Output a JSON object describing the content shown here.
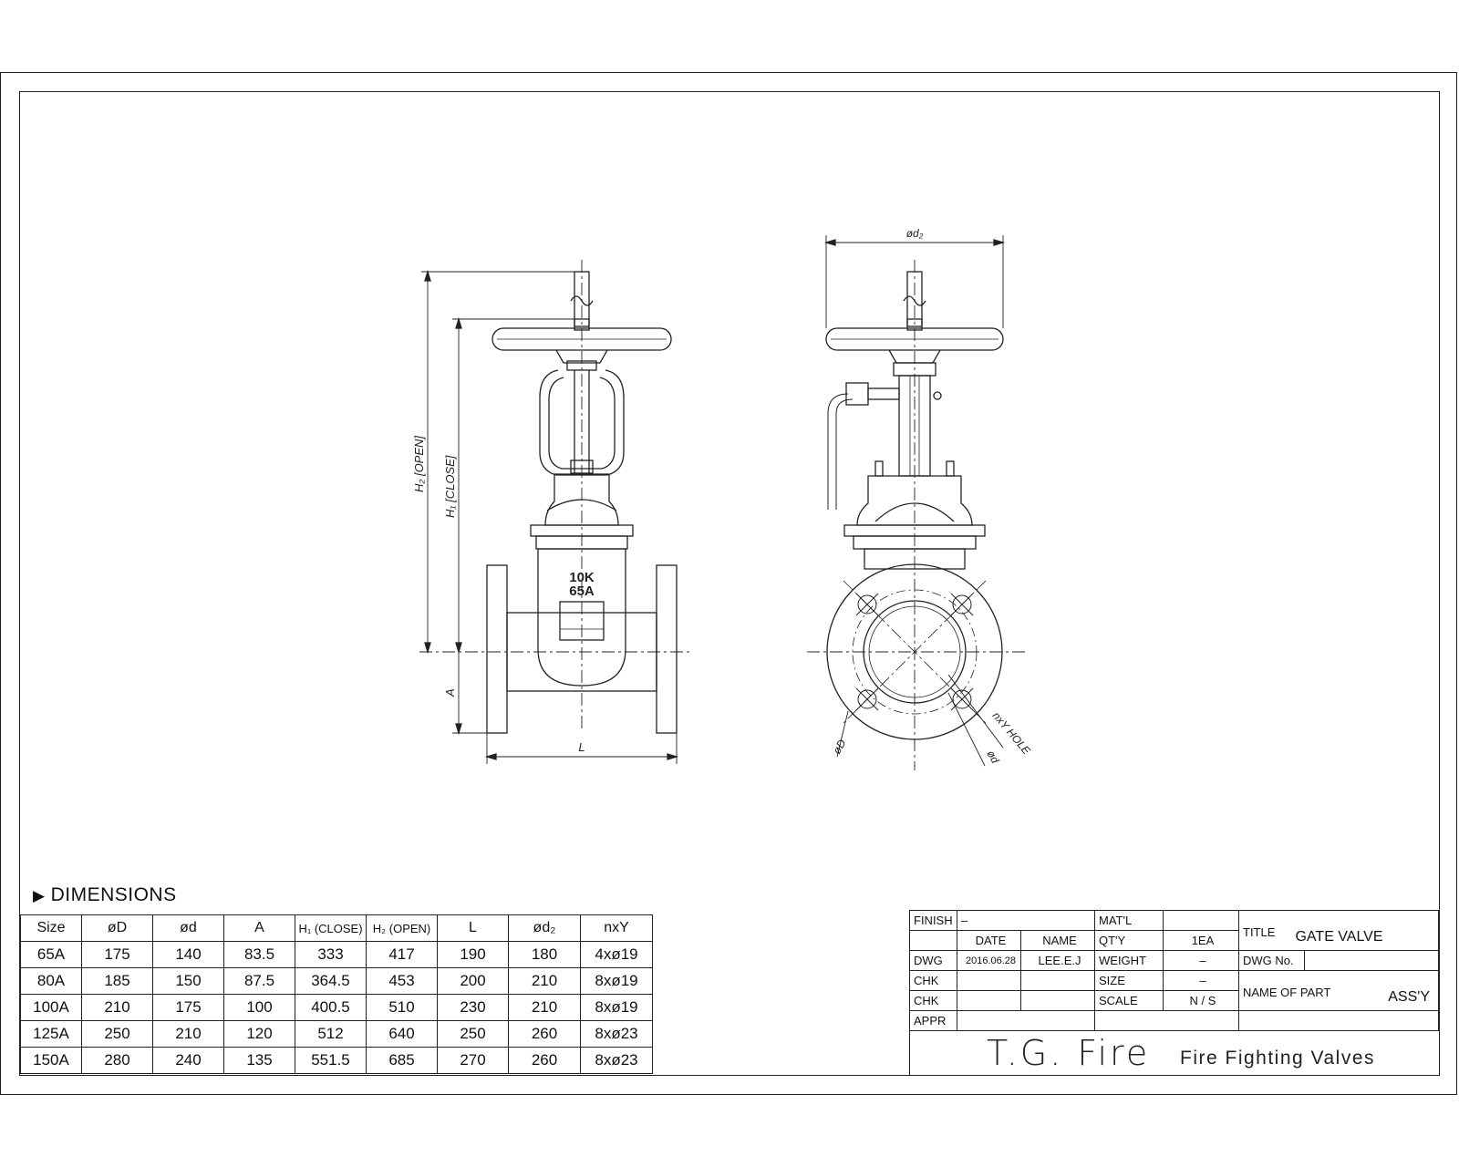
{
  "dimensions": {
    "heading": "DIMENSIONS",
    "columns": [
      "Size",
      "øD",
      "ød",
      "A",
      "H₁ (CLOSE)",
      "H₂ (OPEN)",
      "L",
      "ød₂",
      "nxY"
    ],
    "rows": [
      [
        "65A",
        "175",
        "140",
        "83.5",
        "333",
        "417",
        "190",
        "180",
        "4xø19"
      ],
      [
        "80A",
        "185",
        "150",
        "87.5",
        "364.5",
        "453",
        "200",
        "210",
        "8xø19"
      ],
      [
        "100A",
        "210",
        "175",
        "100",
        "400.5",
        "510",
        "230",
        "210",
        "8xø19"
      ],
      [
        "125A",
        "250",
        "210",
        "120",
        "512",
        "640",
        "250",
        "260",
        "8xø23"
      ],
      [
        "150A",
        "280",
        "240",
        "135",
        "551.5",
        "685",
        "270",
        "260",
        "8xø23"
      ]
    ]
  },
  "drawing": {
    "h2_label": "H₂ [OPEN]",
    "h1_label": "H₁ [CLOSE]",
    "a_label": "A",
    "l_label": "L",
    "d2_label": "ød₂",
    "D_label": "øD",
    "d_label": "ød",
    "hole_label": "nxY HOLE",
    "body_marking_1": "10K",
    "body_marking_2": "65A"
  },
  "title_block": {
    "finish_label": "FINISH",
    "finish_value": "–",
    "date_label": "DATE",
    "name_label": "NAME",
    "dwg_label": "DWG",
    "dwg_date": "2016.06.28",
    "dwg_name": "LEE.E.J",
    "chk_label": "CHK",
    "chk2_label": "CHK",
    "appr_label": "APPR",
    "matl_label": "MAT'L",
    "qty_label": "QT'Y",
    "qty_value": "1EA",
    "weight_label": "WEIGHT",
    "weight_value": "–",
    "size_label": "SIZE",
    "size_value": "–",
    "scale_label": "SCALE",
    "scale_value": "N / S",
    "title_label": "TITLE",
    "title_value": "GATE VALVE",
    "dwgno_label": "DWG No.",
    "part_label": "NAME OF PART",
    "part_value": "ASS'Y",
    "brand": "T.G. Fire",
    "tagline": "Fire Fighting Valves"
  }
}
